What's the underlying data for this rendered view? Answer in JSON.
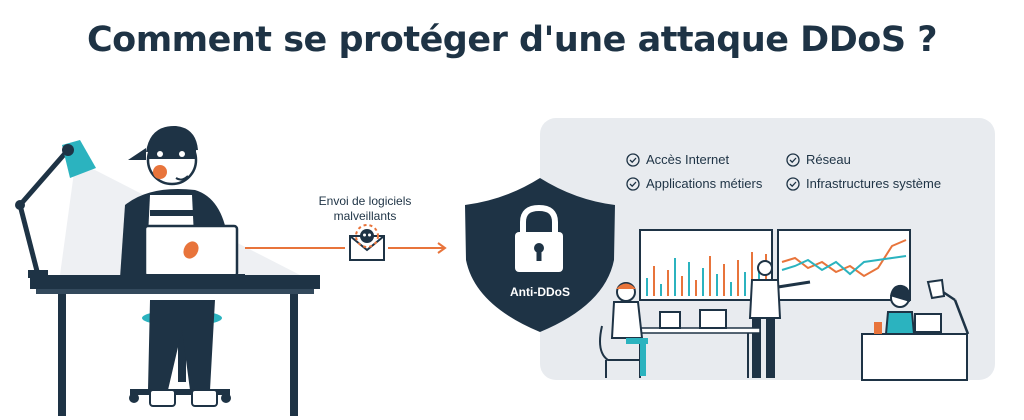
{
  "title": "Comment se protéger d'une attaque DDoS ?",
  "send_label": {
    "line1": "Envoi de logiciels",
    "line2": "malveillants"
  },
  "shield_label": "Anti-DDoS",
  "protected_items": [
    {
      "label": "Accès Internet"
    },
    {
      "label": "Réseau"
    },
    {
      "label": "Applications métiers"
    },
    {
      "label": "Infrastructures système"
    }
  ],
  "colors": {
    "navy": "#1e3345",
    "accent_orange": "#e8743b",
    "accent_teal": "#2bb3bf",
    "panel_gray": "#e8ebef"
  },
  "icons": [
    "lamp-icon",
    "laptop-icon",
    "malware-envelope-icon",
    "padlock-icon",
    "check-circle-icon"
  ]
}
